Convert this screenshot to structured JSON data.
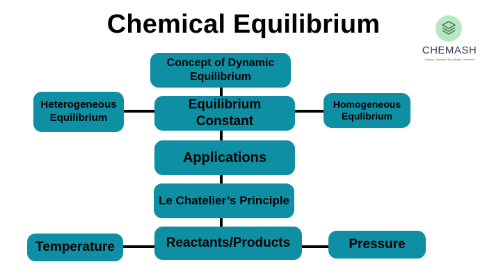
{
  "title": "Chemical Equilibrium",
  "nodes": {
    "concept": "Concept of Dynamic Equilibrium",
    "equilibrium_constant": "Equilibrium Constant",
    "heterogeneous": "Heterogeneous Equilibrium",
    "homogeneous": "Homogeneous Equlibrium",
    "applications": "Applications",
    "le_chatelier": "Le Chatelier’s Principle",
    "reactants_products": "Reactants/Products",
    "temperature": "Temperature",
    "pressure": "Pressure"
  },
  "logo": {
    "name": "CHEMASH",
    "tagline": "Guiding Chemistry for a Better Tomorrow",
    "icon": "layers-icon"
  },
  "colors": {
    "node_fill": "#0f8fa3",
    "connector": "#000000",
    "logo_circle": "#b9e6c2"
  }
}
